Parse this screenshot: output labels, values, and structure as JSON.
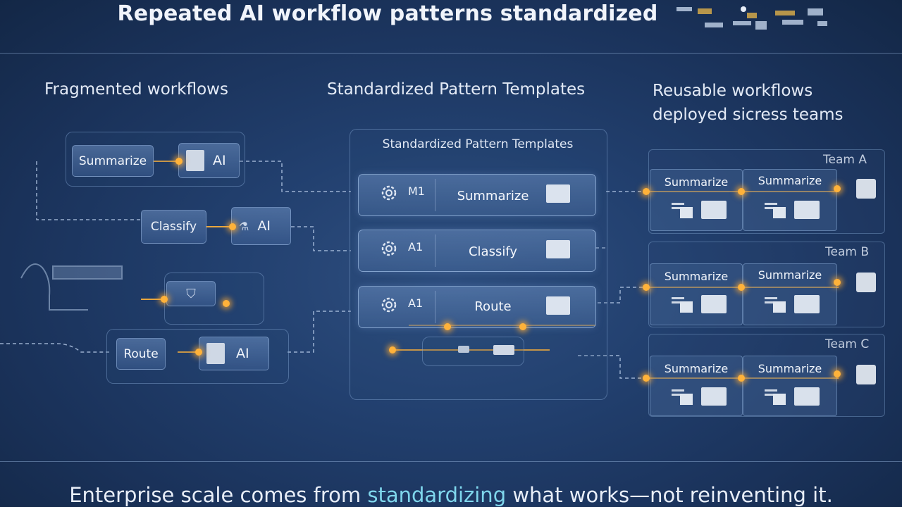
{
  "title": "Repeated AI workflow patterns standardized",
  "columns": {
    "left": "Fragmented workflows",
    "middle": "Standardized Pattern Templates",
    "right_line1": "Reusable workflows",
    "right_line2": "deployed sicress teams"
  },
  "fragmented": {
    "step1": "Summarize",
    "step2": "Classify",
    "step3": "Route",
    "ai": "AI"
  },
  "templates": {
    "panel_title": "Standardized Pattern Templates",
    "items": [
      {
        "code": "M1",
        "name": "Summarize"
      },
      {
        "code": "A1",
        "name": "Classify"
      },
      {
        "code": "A1",
        "name": "Route"
      }
    ]
  },
  "teams": [
    {
      "name": "Team A",
      "steps": [
        "Summarize",
        "Summarize"
      ]
    },
    {
      "name": "Team B",
      "steps": [
        "Summarize",
        "Summarize"
      ]
    },
    {
      "name": "Team C",
      "steps": [
        "Summarize",
        "Summarize"
      ]
    }
  ],
  "tagline": {
    "before": "Enterprise scale comes from ",
    "highlight": "standardizing",
    "after": " what works—not reinventing it."
  },
  "colors": {
    "accent": "#ffb23a",
    "highlight": "#7fd6ec",
    "background": "#22406f"
  }
}
